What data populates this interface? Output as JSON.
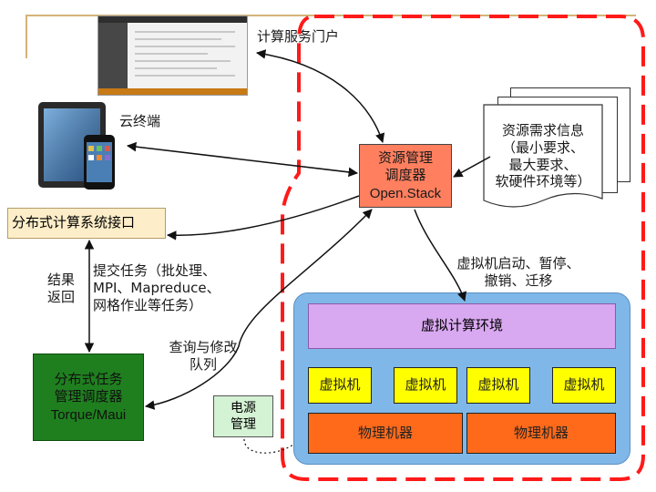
{
  "portal": {
    "label": "计算服务门户"
  },
  "cloud_terminal": {
    "label": "云终端"
  },
  "scheduler": {
    "line1": "资源管理",
    "line2": "调度器",
    "line3": "Open.Stack"
  },
  "requirements": {
    "line1": "资源需求信息",
    "line2": "（最小要求、",
    "line3": "最大要求、",
    "line4": "软硬件环境等）"
  },
  "interface": {
    "label": "分布式计算系统接口"
  },
  "result": {
    "line1": "结果",
    "line2": "返回"
  },
  "submit": {
    "line1": "提交任务（批处理、",
    "line2": "MPI、Mapreduce、",
    "line3": "网格作业等任务）"
  },
  "vm_ops": {
    "line1": "虚拟机启动、暂停、",
    "line2": "撤销、迁移"
  },
  "virtual_env": {
    "label": "虚拟计算环境"
  },
  "query": {
    "line1": "查询与修改",
    "line2": "队列"
  },
  "task_manager": {
    "line1": "分布式任务",
    "line2": "管理调度器",
    "line3": "Torque/Maui"
  },
  "power": {
    "line1": "电源",
    "line2": "管理"
  },
  "vms": [
    "虚拟机",
    "虚拟机",
    "虚拟机",
    "虚拟机"
  ],
  "physical": [
    "物理机器",
    "物理机器"
  ],
  "colors": {
    "interface_box": "#fdeec9",
    "scheduler_box": "#ff7f5f",
    "virtual_env_box": "#d8a8f0",
    "cloud_region": "#7fb8e8",
    "vm_box": "#ffff00",
    "pm_box": "#ff6a1a",
    "task_box": "#1f7f1f",
    "power_box": "#d4f2d4",
    "dashed_region": "#ff1a1a"
  }
}
